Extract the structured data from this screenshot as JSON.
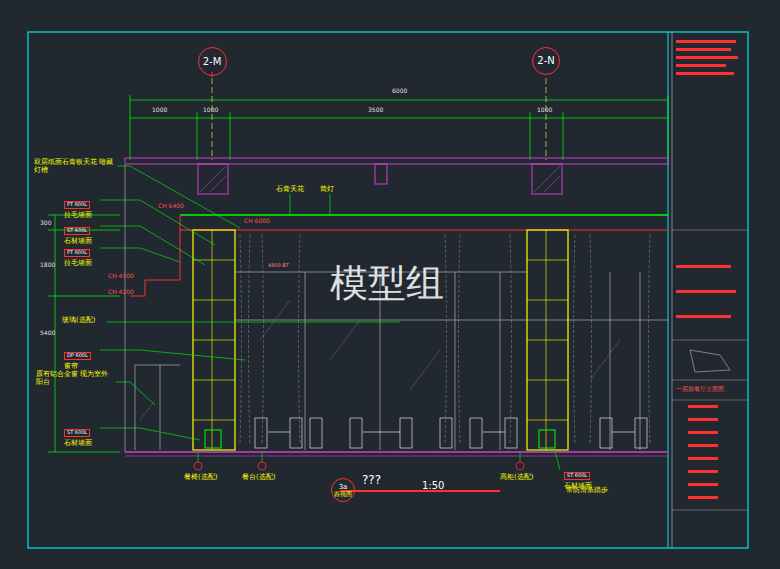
{
  "diagram": {
    "caption": "???",
    "nodes": [
      {
        "text": [
          "2-M"
        ]
      },
      {
        "text": [
          "2-N"
        ]
      },
      {
        "text": [
          "PT 600L",
          "拉毛墙面"
        ]
      },
      {
        "text": [
          "ST 600L",
          "石材墙面"
        ]
      },
      {
        "text": [
          "PT 600L",
          "拉毛墙面"
        ]
      },
      {
        "text": [
          "DP 600L",
          "窗帘"
        ]
      },
      {
        "text": [
          "ST 600L",
          "石材墙面"
        ]
      },
      {
        "text": [
          "ST 600L",
          "石材墙面"
        ]
      },
      {
        "text": [
          "3a",
          "西视图"
        ]
      }
    ],
    "edges": [],
    "labels": [
      "6000",
      "1000",
      "1000",
      "3500",
      "1000",
      "双层纸面石膏板天花 暗藏灯槽",
      "CH 6400",
      "CH 6000",
      "石膏天花",
      "筒灯",
      "CH 4500",
      "CH 4200",
      "玻璃(选配)",
      "原有铝合金窗 现为室外阳台",
      "4800 BT",
      "1:50",
      "模型组",
      "5400",
      "1800",
      "300",
      "餐椅(选配)",
      "餐台(选配)",
      "高柜(选配)",
      "带防滑条踏步",
      "一层西餐厅立面图"
    ]
  }
}
